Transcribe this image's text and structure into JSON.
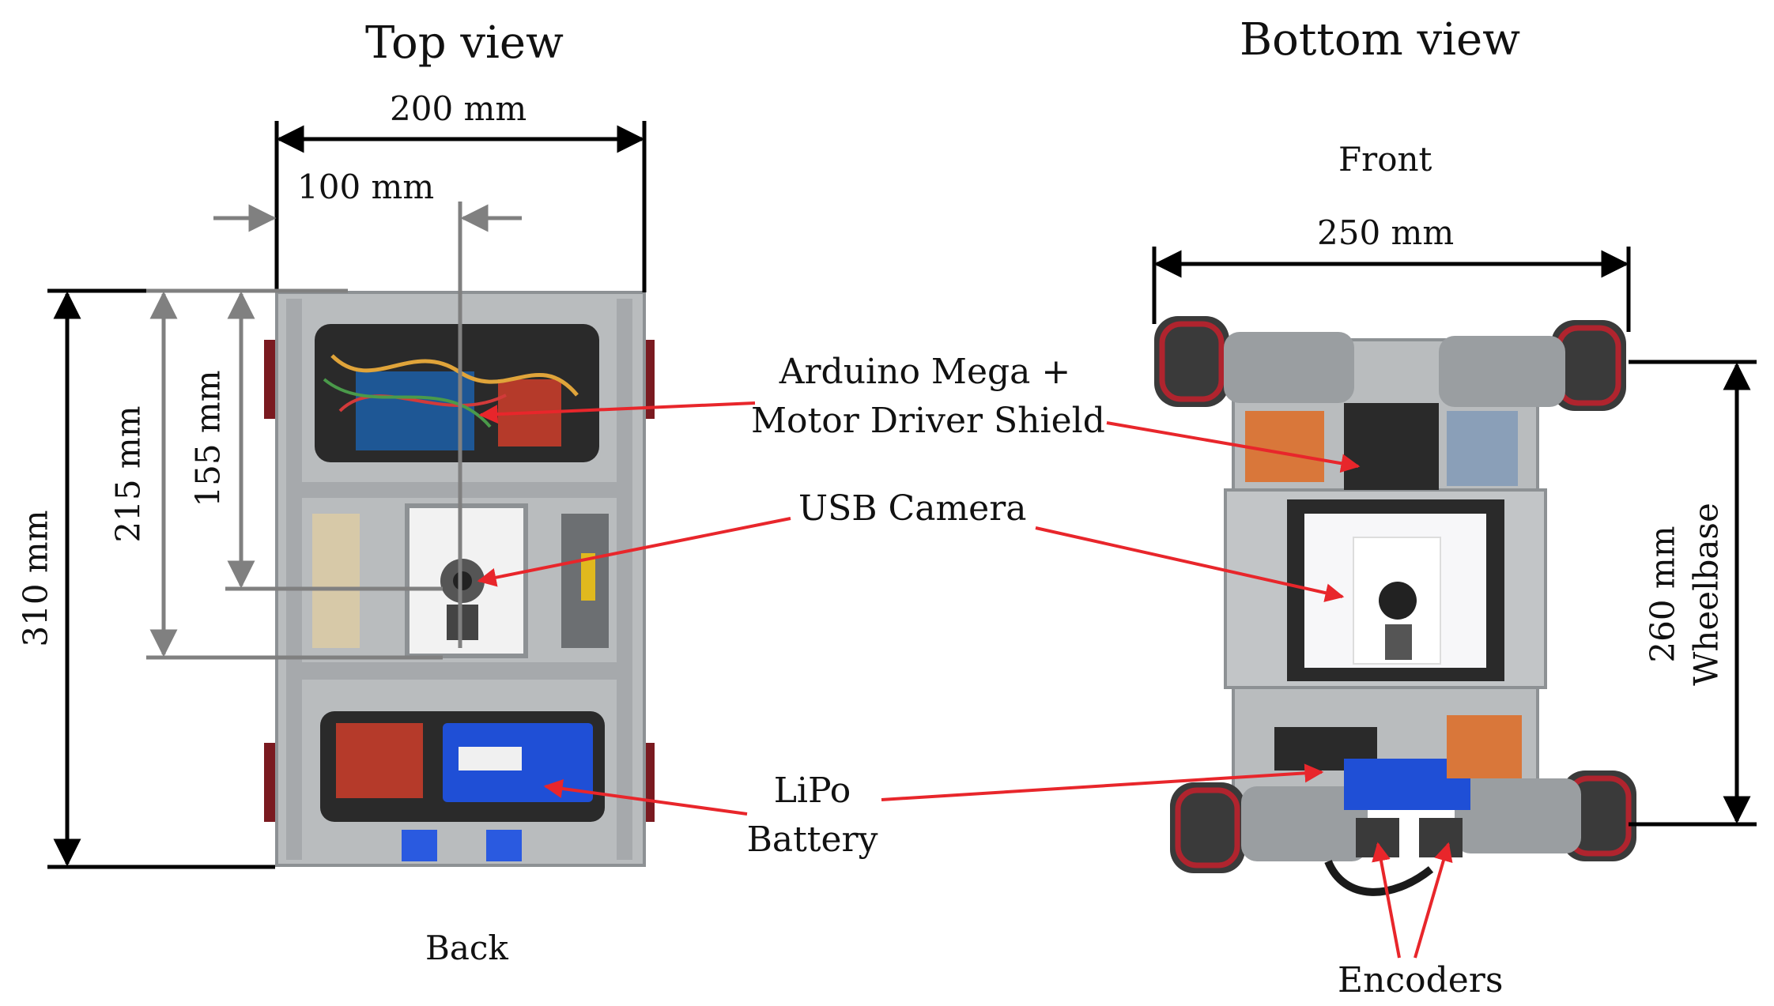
{
  "titles": {
    "top_view": "Top view",
    "bottom_view": "Bottom view"
  },
  "orientation": {
    "front": "Front",
    "back": "Back"
  },
  "dimensions": {
    "top_width": "200 mm",
    "top_half_width": "100 mm",
    "top_length": "310 mm",
    "top_215": "215 mm",
    "top_155": "155 mm",
    "bottom_width": "250 mm",
    "wheelbase_value": "260 mm",
    "wheelbase_label": "Wheelbase"
  },
  "callouts": {
    "arduino_line1": "Arduino Mega +",
    "arduino_line2": "Motor Driver Shield",
    "camera": "USB Camera",
    "battery_line1": "LiPo",
    "battery_line2": "Battery",
    "encoders": "Encoders"
  },
  "colors": {
    "aluminum": "#b9bcbe",
    "aluminum_dark": "#8d9194",
    "battery_blue": "#1f4fd6",
    "wheel_red": "#b0242e",
    "arrow_red": "#e8262b",
    "dim_gray": "#808080"
  }
}
